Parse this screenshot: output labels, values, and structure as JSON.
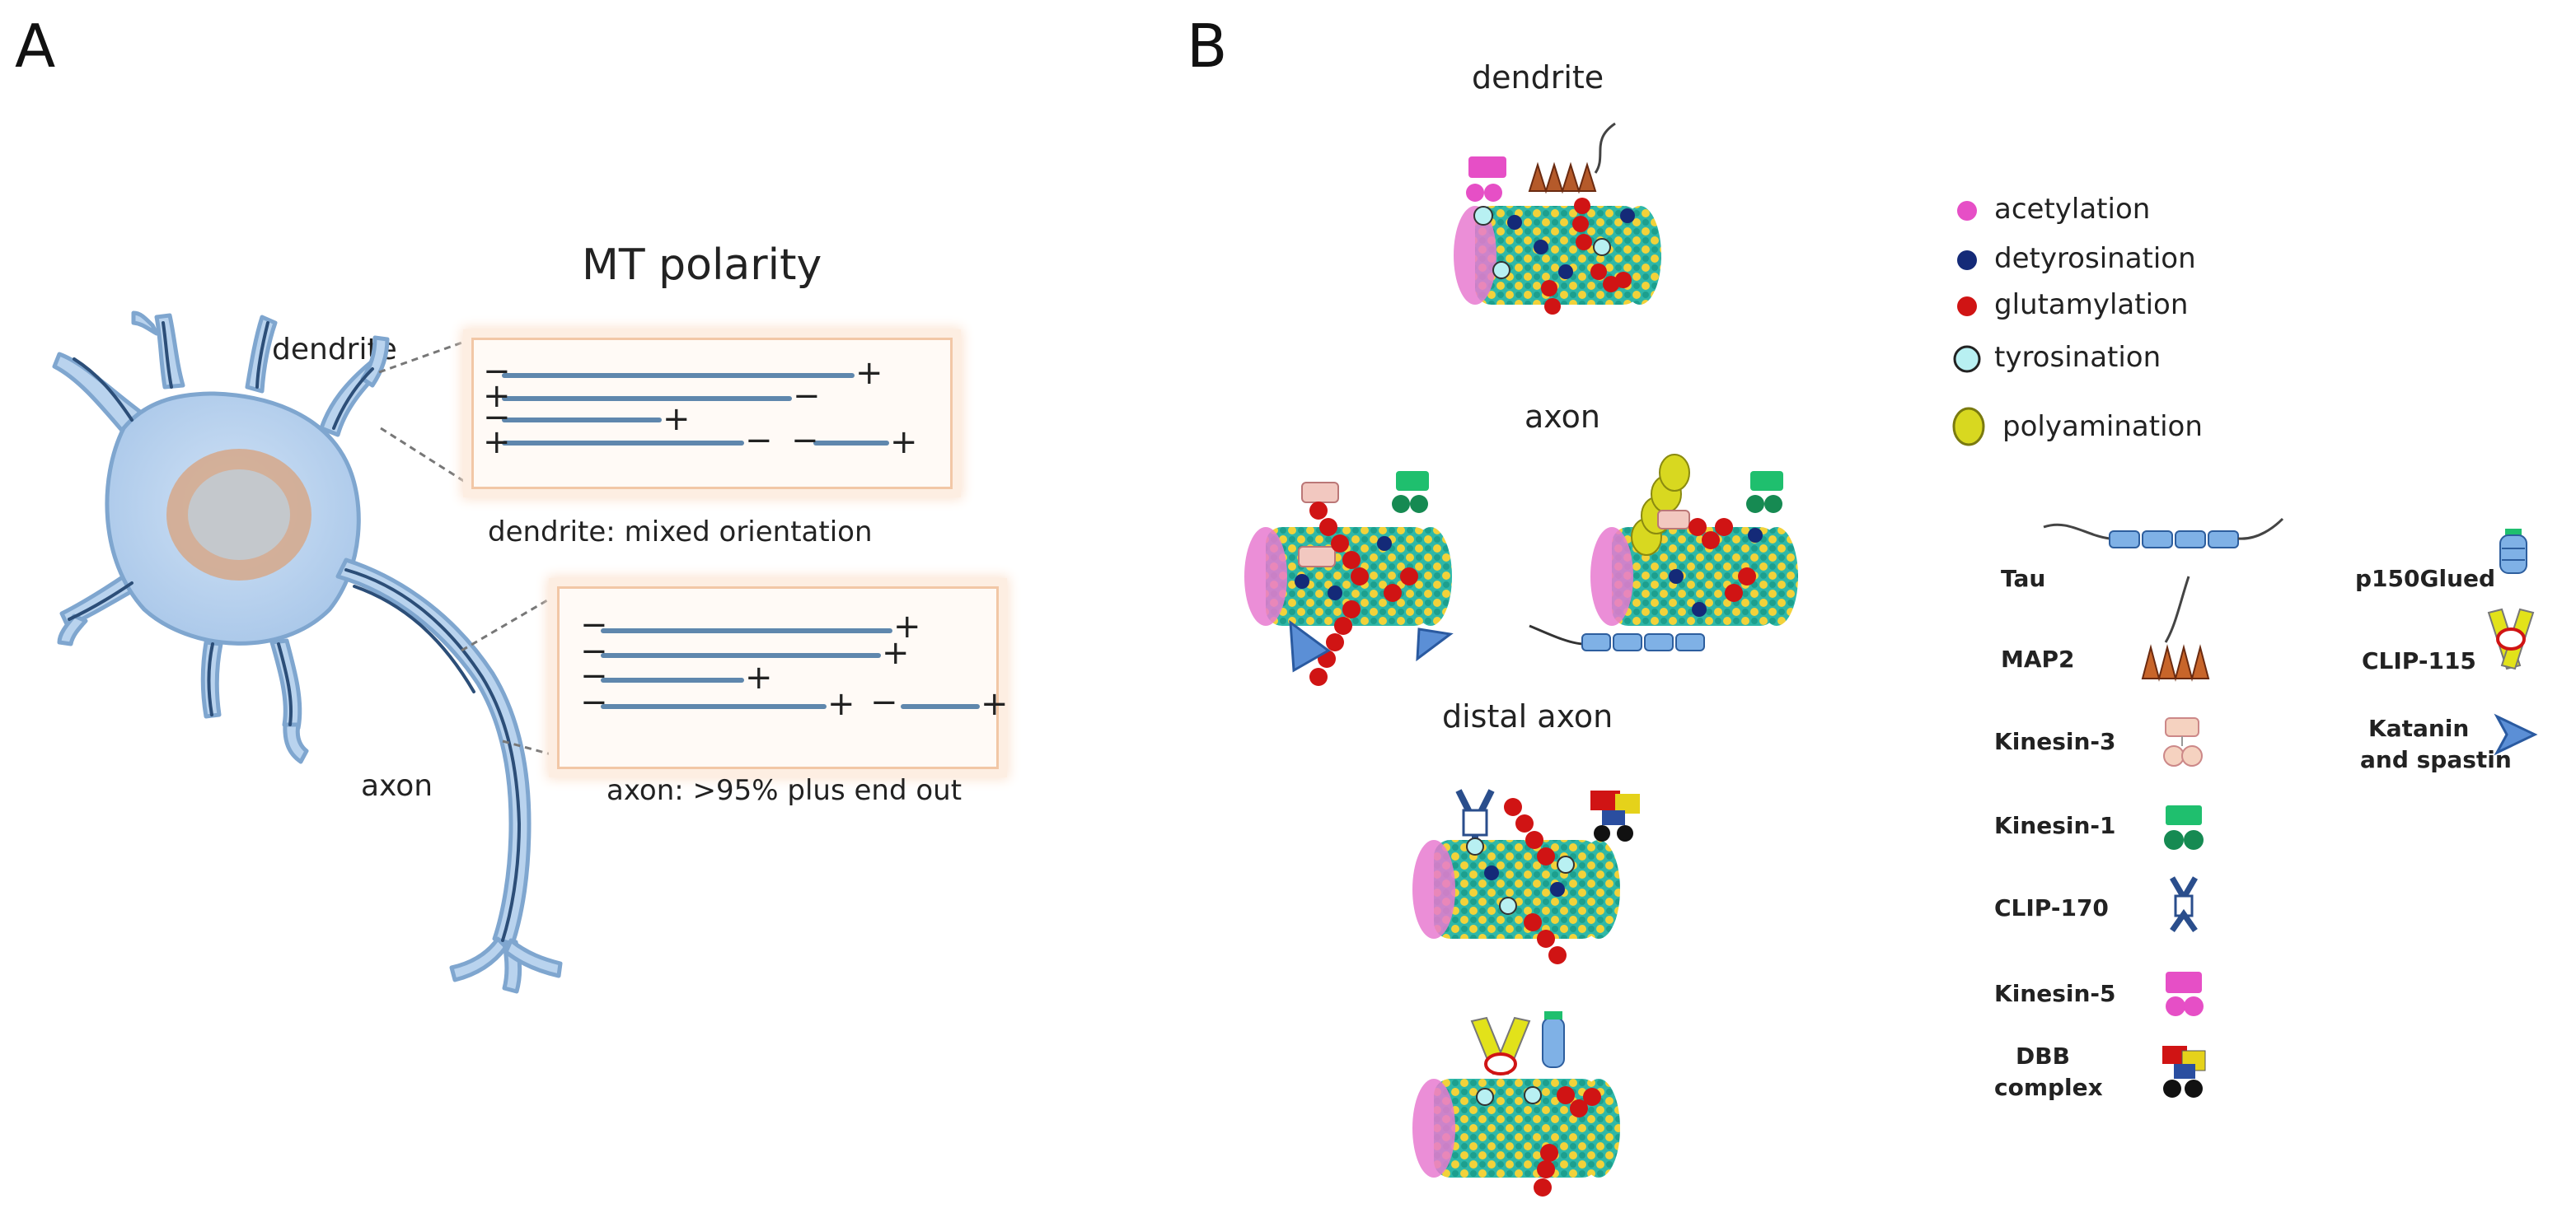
{
  "panels": {
    "a": "A",
    "b": "B"
  },
  "panel_a": {
    "title": "MT polarity",
    "dendrite_label": "dendrite",
    "axon_label": "axon",
    "dendrite_caption": "dendrite: mixed orientation",
    "axon_caption": "axon: >95% plus end out",
    "minus": "−",
    "plus": "+"
  },
  "panel_b": {
    "sections": {
      "dendrite": "dendrite",
      "axon": "axon",
      "distal_axon": "distal axon"
    },
    "ptm_legend": [
      {
        "label": "acetylation",
        "color": "#e64fc6"
      },
      {
        "label": "detyrosination",
        "color": "#142a78"
      },
      {
        "label": "glutamylation",
        "color": "#d01414"
      },
      {
        "label": "tyrosination",
        "color": "#b8f0f2"
      },
      {
        "label": "polyamination",
        "color": "#d8d820"
      }
    ],
    "proteins_left": [
      {
        "label": "Tau",
        "icon": "tau-icon"
      },
      {
        "label": "MAP2",
        "icon": "map2-icon"
      },
      {
        "label": "Kinesin-3",
        "icon": "kinesin-3-icon"
      },
      {
        "label": "Kinesin-1",
        "icon": "kinesin-1-icon"
      },
      {
        "label": "CLIP-170",
        "icon": "clip-170-icon"
      },
      {
        "label": "Kinesin-5",
        "icon": "kinesin-5-icon"
      },
      {
        "label_line1": "DBB",
        "label_line2": "complex",
        "icon": "dbb-complex-icon"
      }
    ],
    "proteins_right": [
      {
        "label": "p150Glued",
        "icon": "p150glued-icon"
      },
      {
        "label": "CLIP-115",
        "icon": "clip-115-icon"
      },
      {
        "label_line1": "Katanin",
        "label_line2": "and spastin",
        "icon": "katanin-spastin-icon"
      }
    ]
  },
  "colors": {
    "neuron_fill": "#b9d3ee",
    "neuron_edge": "#7fa6cf",
    "nucleus_ring": "#d6a88a",
    "nucleus_core": "#c4c8cc",
    "mt_line": "#5f87ad",
    "box_border": "#f2c7a6"
  }
}
